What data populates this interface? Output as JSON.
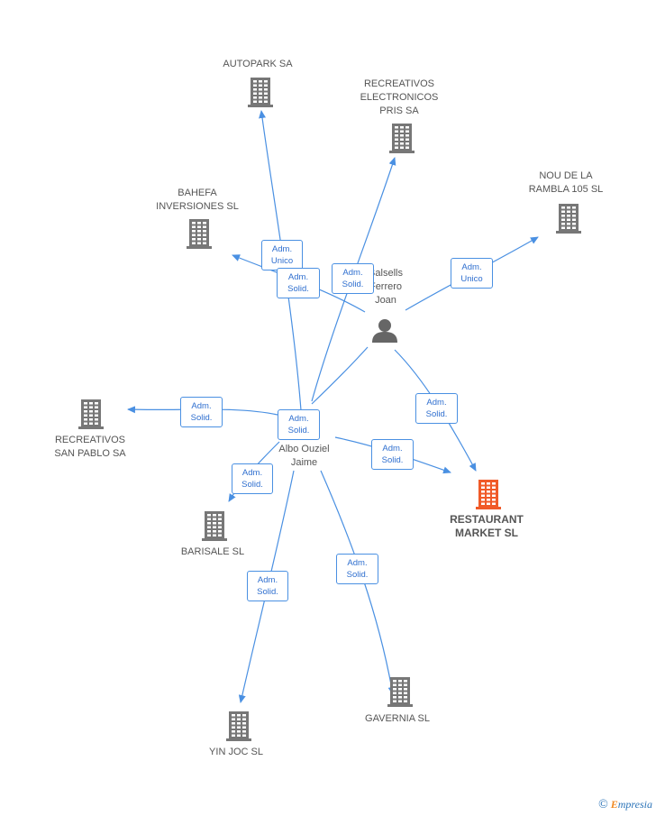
{
  "nodes": {
    "autopark": "AUTOPARK SA",
    "recreativos_electronicos": "RECREATIVOS\nELECTRONICOS\nPRIS SA",
    "nou_rambla": "NOU DE LA\nRAMBLA 105 SL",
    "bahefa": "BAHEFA\nINVERSIONES SL",
    "balsells": "Balsells\nFerrero\nJoan",
    "recreativos_san_pablo": "RECREATIVOS\nSAN PABLO SA",
    "albo": "Albo Ouziel\nJaime",
    "restaurant": "RESTAURANT\nMARKET SL",
    "barisale": "BARISALE SL",
    "gavernia": "GAVERNIA SL",
    "yin_joc": "YIN JOC SL"
  },
  "edges": {
    "e1": "Adm.\nUnico",
    "e2": "Adm.\nSolid.",
    "e3": "Adm.\nSolid.",
    "e4": "Adm.\nUnico",
    "e5": "Adm.\nSolid.",
    "e6": "Adm.\nSolid.",
    "e7": "Adm.\nSolid.",
    "e8": "Adm.\nSolid.",
    "e9": "Adm.\nSolid.",
    "e10": "Adm.\nSolid.",
    "e11": "Adm.\nSolid."
  },
  "credit": {
    "symbol": "©",
    "brand_first": "E",
    "brand_rest": "mpresia"
  },
  "colors": {
    "edge": "#4a90e2",
    "building": "#777777",
    "highlight": "#f05a28",
    "person": "#666666"
  },
  "icons": {
    "building": "building-icon",
    "person": "person-icon"
  }
}
